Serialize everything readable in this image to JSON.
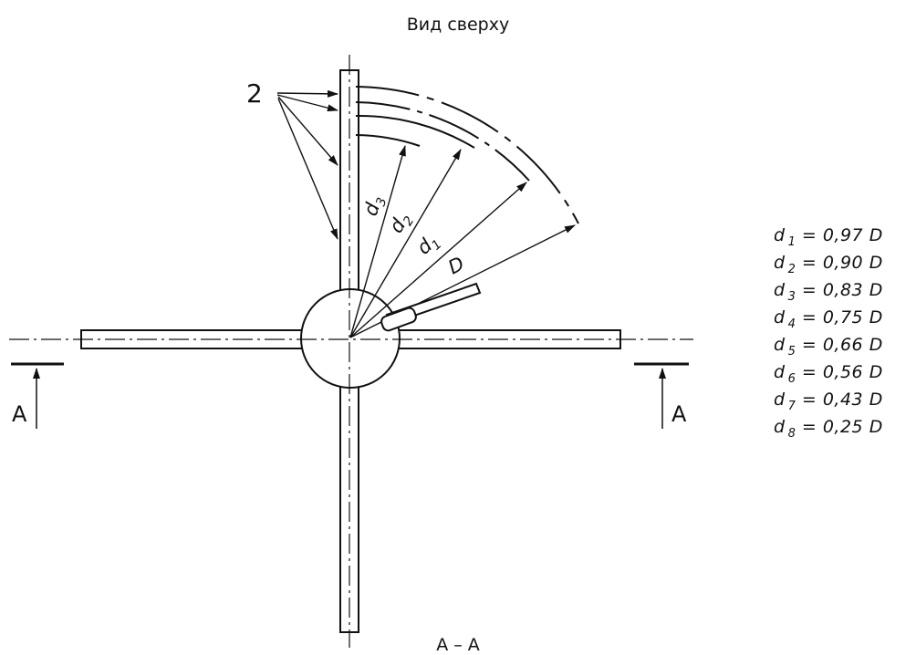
{
  "header": {
    "title": "Вид сверху"
  },
  "footer": {
    "section_label": "А – А"
  },
  "section_markers": {
    "left": "A",
    "right": "A"
  },
  "callout": {
    "number": "2"
  },
  "dimensions": {
    "d3": {
      "letter": "d",
      "sub": "3"
    },
    "d2": {
      "letter": "d",
      "sub": "2"
    },
    "d1": {
      "letter": "d",
      "sub": "1"
    },
    "D": {
      "letter": "D"
    }
  },
  "legend": [
    {
      "var": "d",
      "sub": "1",
      "eq": " = 0,97 ",
      "unit": "D"
    },
    {
      "var": "d",
      "sub": "2",
      "eq": " = 0,90 ",
      "unit": "D"
    },
    {
      "var": "d",
      "sub": "3",
      "eq": " = 0,83 ",
      "unit": "D"
    },
    {
      "var": "d",
      "sub": "4",
      "eq": " = 0,75 ",
      "unit": "D"
    },
    {
      "var": "d",
      "sub": "5",
      "eq": " = 0,66 ",
      "unit": "D"
    },
    {
      "var": "d",
      "sub": "6",
      "eq": " = 0,56 ",
      "unit": "D"
    },
    {
      "var": "d",
      "sub": "7",
      "eq": " = 0,43 ",
      "unit": "D"
    },
    {
      "var": "d",
      "sub": "8",
      "eq": " = 0,25 ",
      "unit": "D"
    }
  ]
}
